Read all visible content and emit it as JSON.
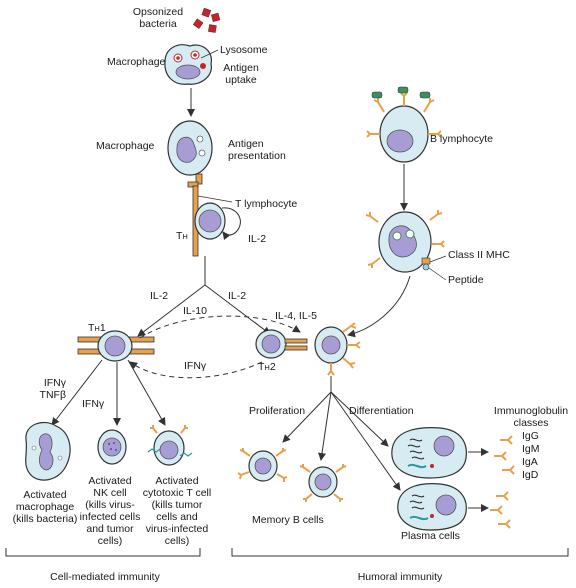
{
  "labels": {
    "opsonized_bacteria": "Opsonized\nbacteria",
    "macrophage_1": "Macrophage",
    "lysosome": "Lysosome",
    "antigen_uptake": "Antigen\nuptake",
    "macrophage_2": "Macrophage",
    "antigen_presentation": "Antigen\npresentation",
    "t_lymphocyte": "T lymphocyte",
    "th_main": "T",
    "th_sub": "H",
    "il2_loop": "IL-2",
    "b_lymphocyte": "B lymphocyte",
    "class_ii_mhc": "Class II MHC",
    "peptide": "Peptide",
    "il2_left": "IL-2",
    "il2_right": "IL-2",
    "th1_main": "T",
    "th1_sub": "H",
    "th1_num": "1",
    "il10": "IL-10",
    "il4_il5": "IL-4, IL-5",
    "ifng_mid": "IFNγ",
    "th2_main": "T",
    "th2_sub": "H",
    "th2_num": "2",
    "ifng_tnfb": "IFNγ\nTNFβ",
    "ifng_left2": "IFNγ",
    "proliferation": "Proliferation",
    "differentiation": "Differentiation",
    "immunoglobulin_classes": "Immunoglobulin\nclasses",
    "igg": "IgG",
    "igm": "IgM",
    "iga": "IgA",
    "igd": "IgD",
    "activated_macrophage": "Activated\nmacrophage\n(kills bacteria)",
    "activated_nk": "Activated\nNK cell\n(kills virus-\ninfected cells\nand tumor\ncells)",
    "activated_ctl": "Activated\ncytotoxic T cell\n(kills tumor\ncells and\nvirus-infected\ncells)",
    "memory_b_cells": "Memory B cells",
    "plasma_cells": "Plasma cells",
    "cell_mediated": "Cell-mediated immunity",
    "humoral": "Humoral immunity"
  },
  "colors": {
    "cell_fill": "#d6ecf2",
    "cell_stroke": "#333333",
    "nucleus": "#a79cd4",
    "receptor": "#e8a04a",
    "bacteria": "#c0272d",
    "b_receptor_green": "#3f8f5a"
  }
}
